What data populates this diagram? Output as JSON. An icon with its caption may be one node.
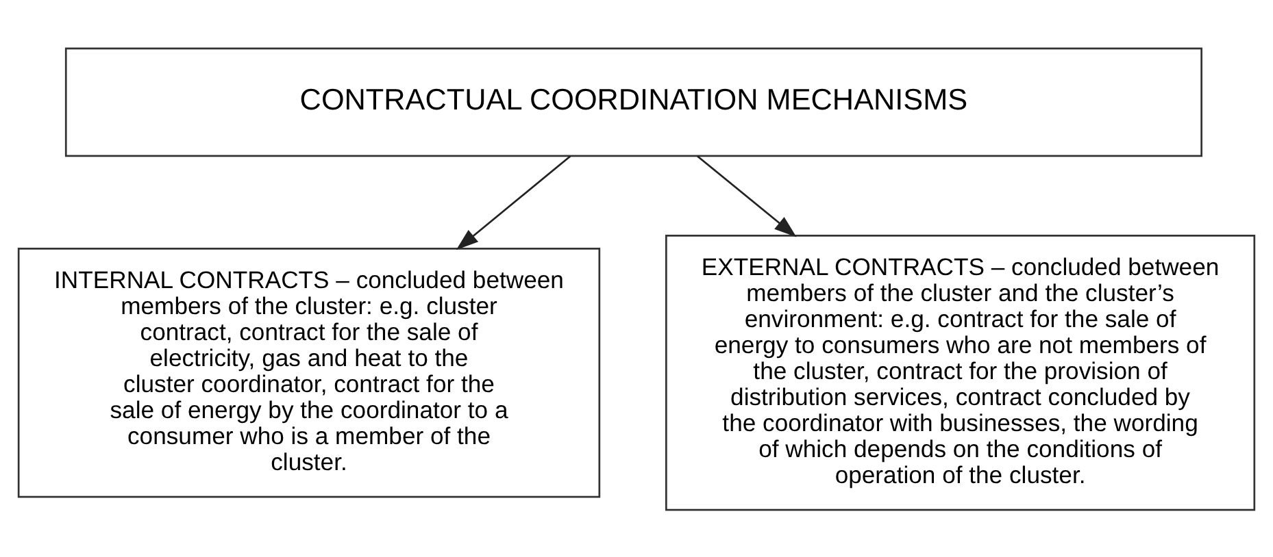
{
  "diagram": {
    "nodes": [
      {
        "text": [
          "CONTRACTUAL COORDINATION MECHANISMS"
        ]
      },
      {
        "text": [
          "INTERNAL CONTRACTS – concluded between members of the cluster: e.g. cluster contract, contract for the sale of electricity, gas and heat to the cluster coordinator, contract for the sale of energy by the coordinator to a consumer who is a member of the cluster."
        ]
      },
      {
        "text": [
          "EXTERNAL CONTRACTS – concluded between members of the cluster and the cluster’s environment: e.g. contract for the sale of energy to consumers who are not members of the cluster, contract for the provision of distribution services, contract concluded by the coordinator with businesses, the wording of which depends on the conditions of operation of the cluster."
        ]
      }
    ],
    "edges": [
      {
        "from": 0,
        "to": 1,
        "arrow": "to"
      },
      {
        "from": 0,
        "to": 2,
        "arrow": "to"
      }
    ]
  }
}
